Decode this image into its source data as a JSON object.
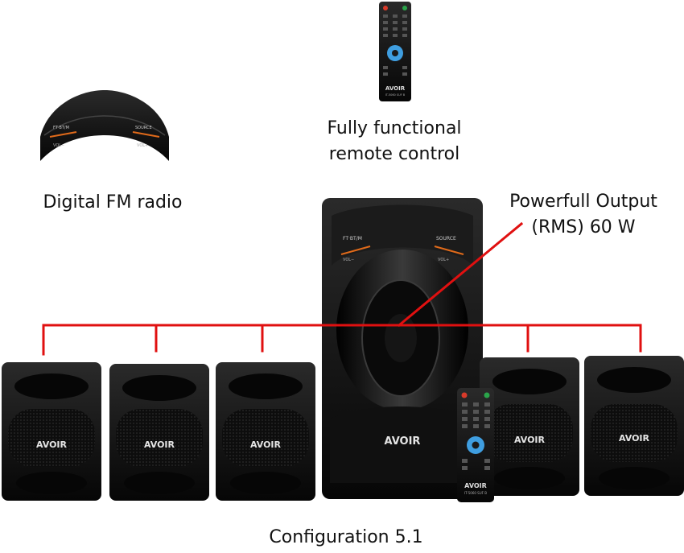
{
  "captions": {
    "remote_line1": "Fully functional",
    "remote_line2": "remote control",
    "radio": "Digital FM radio",
    "output_line1": "Powerfull Output",
    "output_line2": "(RMS) 60 W",
    "configuration": "Configuration  5.1"
  },
  "brand": {
    "logo": "AVOIR",
    "remote_model": "IT-5060 SUF B"
  },
  "panel_labels": {
    "left": "FT·BT/M",
    "right": "SOURCE",
    "vol_left": "VOL−",
    "vol_right": "VOL+"
  },
  "colors": {
    "wire": "#e01010",
    "product": "#111111",
    "accent_orange": "#e06a1a",
    "remote_blue": "#3f9ee0",
    "remote_red": "#d83a2a",
    "remote_green": "#2aa44a"
  }
}
